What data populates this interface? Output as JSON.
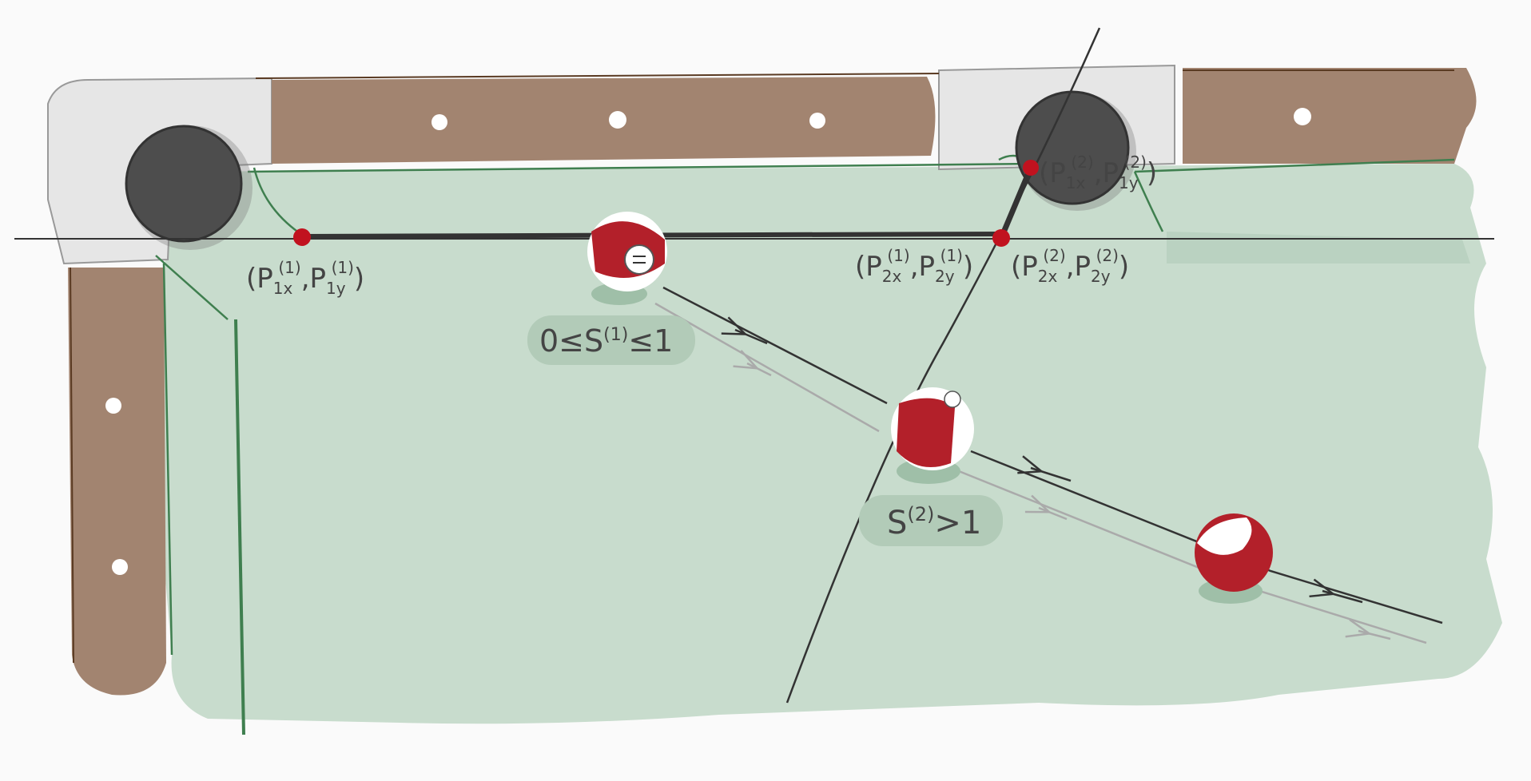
{
  "colors": {
    "background": "#fafafa",
    "felt": "#c8dccd",
    "felt_shadow": "#b7d0be",
    "rail": "#a28470",
    "rail_edge": "#5a3a22",
    "corner": "#e6e6e6",
    "pocket": "#4d4d4d",
    "cushion_line": "#3f7f4f",
    "ball_red": "#b3202a",
    "ball_white": "#ffffff",
    "point_red": "#c1121f",
    "line_dark": "#333333",
    "line_light": "#aaaaaa",
    "label_bubble": "#b2cbb8"
  },
  "icons": {
    "pocket": "pocket-icon",
    "ball": "billiard-ball-icon",
    "diamond": "rail-diamond-icon",
    "arrow": "direction-arrow-icon"
  },
  "labels": {
    "p1": {
      "base": "(P",
      "sub": "1x",
      "sup": "(1)",
      "sep": ",P",
      "sub2": "1y",
      "sup2": "(1)",
      "close": ")"
    },
    "p2_1": {
      "base": "(P",
      "sub": "2x",
      "sup": "(1)",
      "sep": ",P",
      "sub2": "2y",
      "sup2": "(1)",
      "close": ")"
    },
    "p2_2": {
      "base": "(P",
      "sub": "2x",
      "sup": "(2)",
      "sep": ",P",
      "sub2": "2y",
      "sup2": "(2)",
      "close": ")"
    },
    "p1_2": {
      "base": "(P",
      "sub": "1x",
      "sup": "(2)",
      "sep": ",P",
      "sub2": "1y",
      "sup2": "(2)",
      "close": ")"
    },
    "s1": {
      "pre": "0≤S",
      "sup": "(1)",
      "post": "≤1"
    },
    "s2": {
      "pre": "S",
      "sup": "(2)",
      "post": ">1"
    }
  }
}
